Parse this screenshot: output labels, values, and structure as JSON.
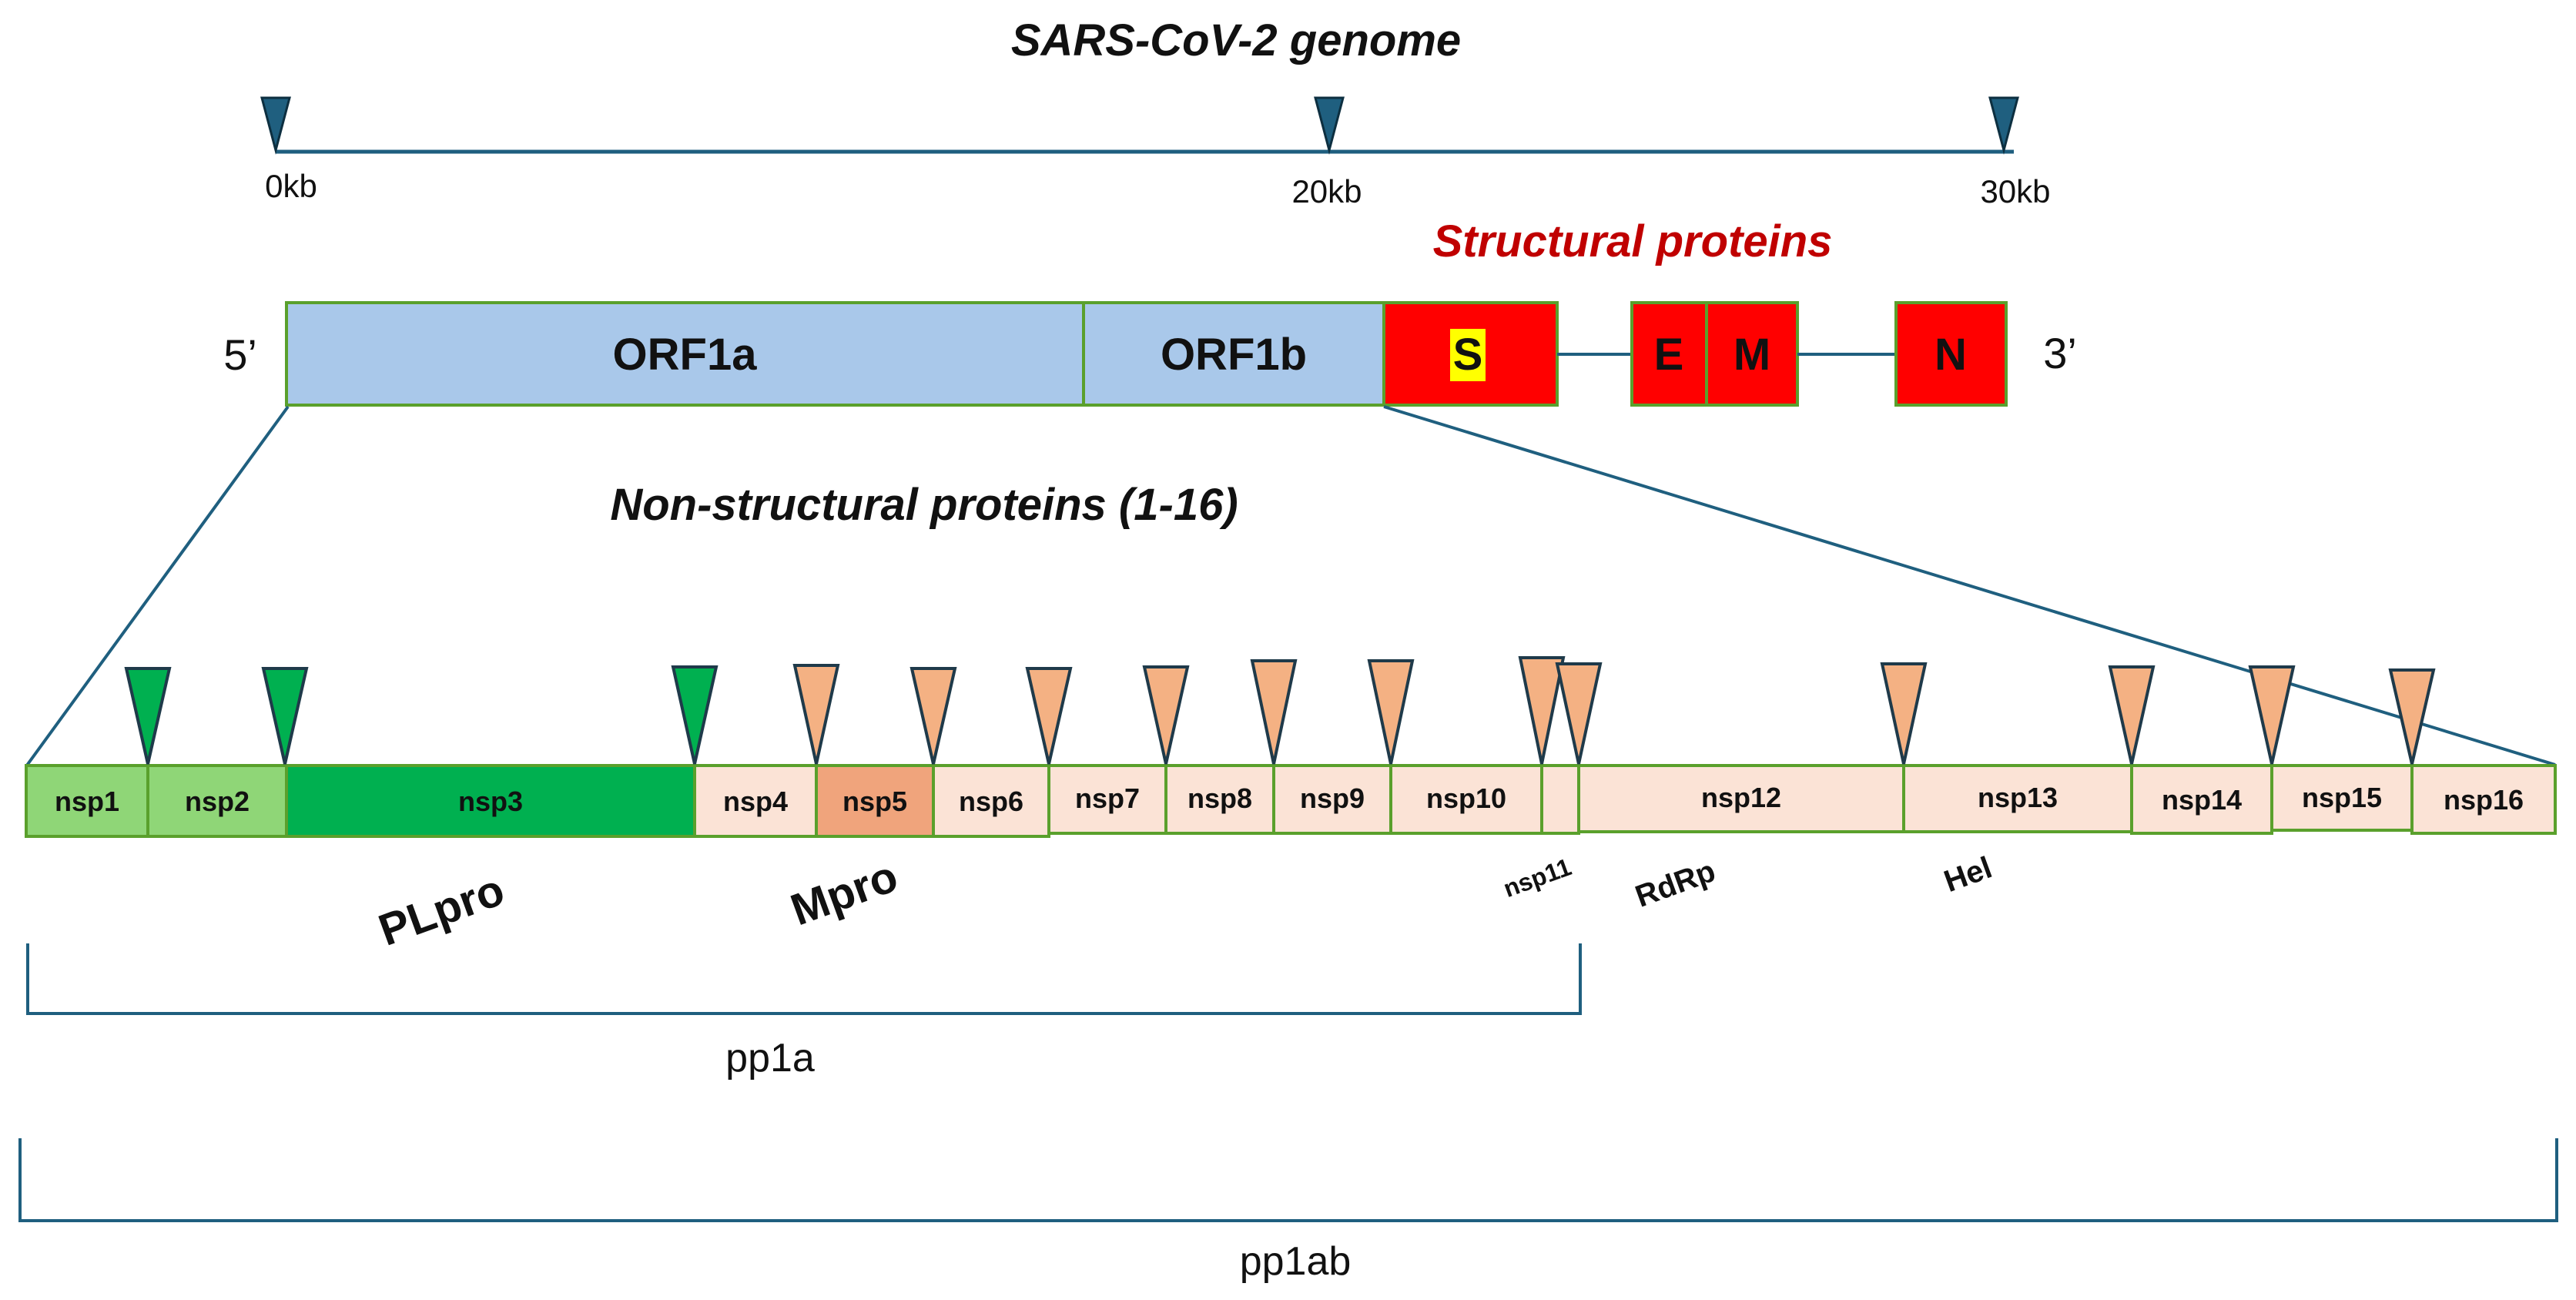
{
  "title": "SARS-CoV-2 genome",
  "scale_ticks": [
    "0kb",
    "20kb",
    "30kb"
  ],
  "structural_label": "Structural proteins",
  "nonstructural_label": "Non-structural proteins (1-16)",
  "five_prime": "5’",
  "three_prime": "3’",
  "orfs": [
    "ORF1a",
    "ORF1b"
  ],
  "structural_genes": [
    "S",
    "E",
    "M",
    "N"
  ],
  "nsps": [
    "nsp1",
    "nsp2",
    "nsp3",
    "nsp4",
    "nsp5",
    "nsp6",
    "nsp7",
    "nsp8",
    "nsp9",
    "nsp10",
    "nsp11",
    "nsp12",
    "nsp13",
    "nsp14",
    "nsp15",
    "nsp16"
  ],
  "enzymes": [
    "PLpro",
    "Mpro",
    "RdRp",
    "Hel"
  ],
  "polyproteins": [
    "pp1a",
    "pp1ab"
  ],
  "colors": {
    "axis": "#1f5f7f",
    "orf": "#a9c8ea",
    "structural": "#ff0000",
    "s_highlight": "#ffff00",
    "structural_text": "#c00000",
    "box_border": "#5aa02c",
    "nsp_light_green": "#8fd677",
    "nsp_dark_green": "#00b050",
    "nsp_peach": "#fbe3d6",
    "nsp_salmon": "#f0a47c",
    "marker_green": "#00b050",
    "marker_peach": "#f4b183"
  }
}
